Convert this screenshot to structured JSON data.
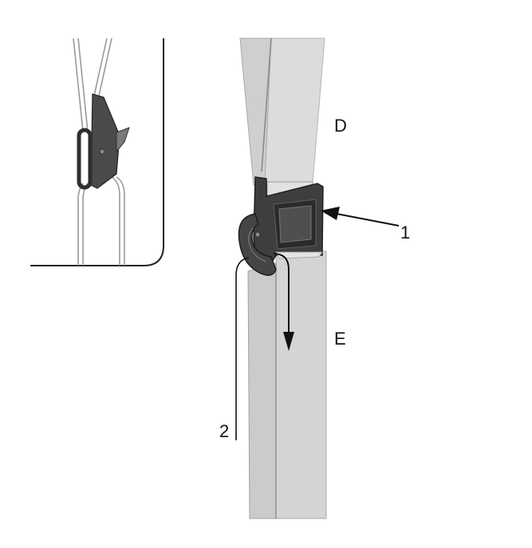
{
  "labels": {
    "d": "D",
    "e": "E",
    "callout_1": "1",
    "callout_2": "2"
  },
  "colors": {
    "strap": "#d6d6d6",
    "strap_shadow": "#c4c4c4",
    "buckle_dark": "#3b3b3b",
    "buckle_mid": "#555555",
    "line": "#111111",
    "inset_line": "#9a9a9a"
  }
}
